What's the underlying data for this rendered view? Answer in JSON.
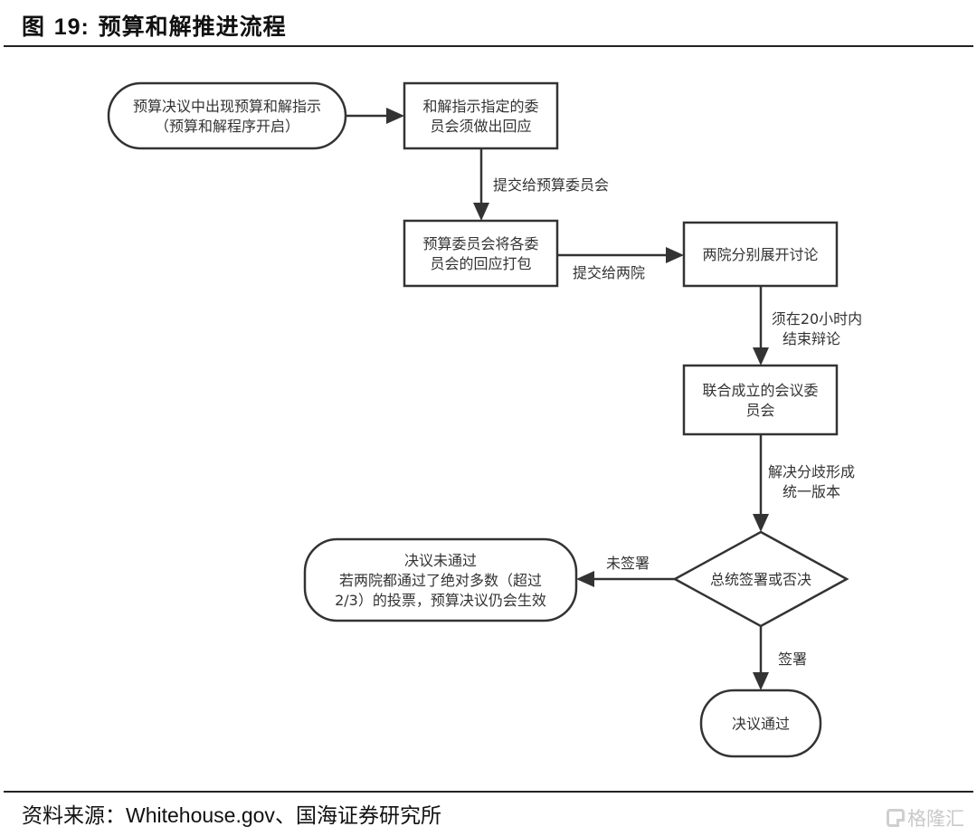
{
  "header": {
    "figure_label": "图",
    "figure_number": "19:",
    "title": "预算和解推进流程"
  },
  "flowchart": {
    "nodes": [
      {
        "id": "start",
        "shape": "terminal",
        "lines": [
          "预算决议中出现预算和解指示",
          "（预算和解程序开启）"
        ]
      },
      {
        "id": "committees",
        "shape": "process",
        "lines": [
          "和解指示指定的委",
          "员会须做出回应"
        ]
      },
      {
        "id": "budget_committee",
        "shape": "process",
        "lines": [
          "预算委员会将各委",
          "员会的回应打包"
        ]
      },
      {
        "id": "both_chambers",
        "shape": "process",
        "lines": [
          "两院分别展开讨论"
        ]
      },
      {
        "id": "conference",
        "shape": "process",
        "lines": [
          "联合成立的会议委",
          "员会"
        ]
      },
      {
        "id": "president",
        "shape": "decision",
        "lines": [
          "总统签署或否决"
        ]
      },
      {
        "id": "not_passed",
        "shape": "terminal",
        "lines": [
          "决议未通过",
          "若两院都通过了绝对多数（超过",
          "2/3）的投票，预算决议仍会生效"
        ]
      },
      {
        "id": "passed",
        "shape": "terminal",
        "lines": [
          "决议通过"
        ]
      }
    ],
    "edges": [
      {
        "from": "start",
        "to": "committees",
        "label_lines": []
      },
      {
        "from": "committees",
        "to": "budget_committee",
        "label_lines": [
          "提交给预算委员会"
        ]
      },
      {
        "from": "budget_committee",
        "to": "both_chambers",
        "label_lines": [
          "提交给两院"
        ]
      },
      {
        "from": "both_chambers",
        "to": "conference",
        "label_lines": [
          "须在20小时内",
          "结束辩论"
        ]
      },
      {
        "from": "conference",
        "to": "president",
        "label_lines": [
          "解决分歧形成",
          "统一版本"
        ]
      },
      {
        "from": "president",
        "to": "not_passed",
        "label_lines": [
          "未签署"
        ]
      },
      {
        "from": "president",
        "to": "passed",
        "label_lines": [
          "签署"
        ]
      }
    ]
  },
  "footer": {
    "source_label": "资料来源：",
    "source_site": "Whitehouse.gov",
    "source_rest": "、国海证券研究所",
    "watermark": "格隆汇"
  }
}
